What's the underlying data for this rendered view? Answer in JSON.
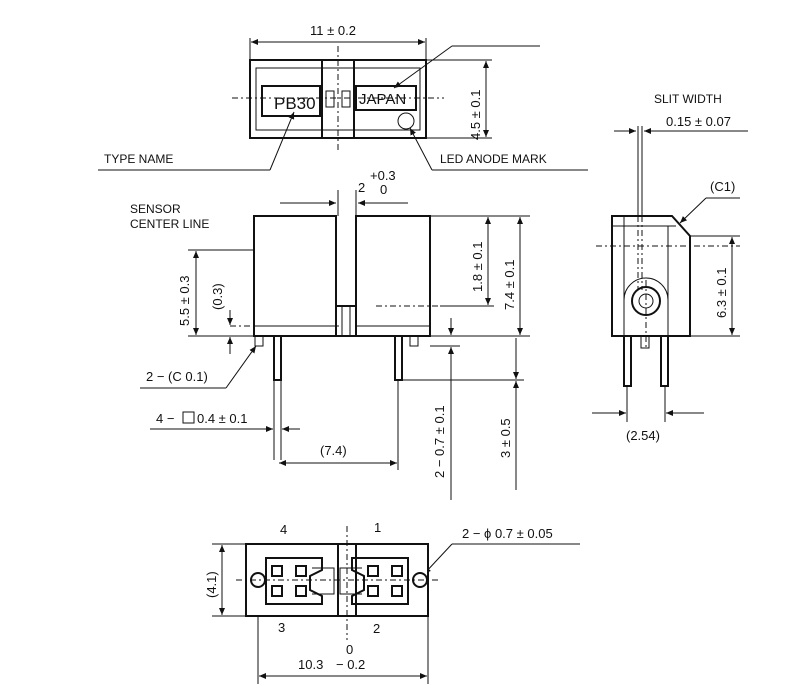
{
  "top_view": {
    "dim_width": "11 ± 0.2",
    "dim_height": "4.5 ± 0.1",
    "type_stamp": "PB30",
    "origin_stamp": "JAPAN",
    "callout_type_name": "TYPE  NAME",
    "callout_led_anode": "LED ANODE MARK"
  },
  "front_view": {
    "gap_value": "2",
    "gap_tol_upper": "+0.3",
    "gap_tol_lower": "0",
    "sensor_center_line_1": "SENSOR",
    "sensor_center_line_2": "CENTER LINE",
    "dim_sensor_height": "5.5 ± 0.3",
    "dim_ref_03": "(0.3)",
    "dim_18": "1.8 ± 0.1",
    "dim_74": "7.4 ± 0.1",
    "chamfer": "2 − (C 0.1)",
    "pin_square": "4 −",
    "pin_square_size": "0.4 ± 0.1",
    "pin_pitch": "(7.4)",
    "dim_pin_length": "2 − 0.7 ± 0.1",
    "dim_pin_extend": "3 ± 0.5"
  },
  "side_view": {
    "slit_width_label": "SLIT WIDTH",
    "slit_width_value": "0.15 ± 0.07",
    "chamfer_c1": "(C1)",
    "dim_63": "6.3 ± 0.1",
    "pin_pitch_254": "(2.54)"
  },
  "bottom_view": {
    "pin1": "1",
    "pin2": "2",
    "pin3": "3",
    "pin4": "4",
    "hole_dim": "2 − ϕ 0.7 ± 0.05",
    "dim_41": "(4.1)",
    "dim_width_base": "10.3",
    "dim_width_tol_upper": "0",
    "dim_width_tol_lower": "− 0.2"
  }
}
